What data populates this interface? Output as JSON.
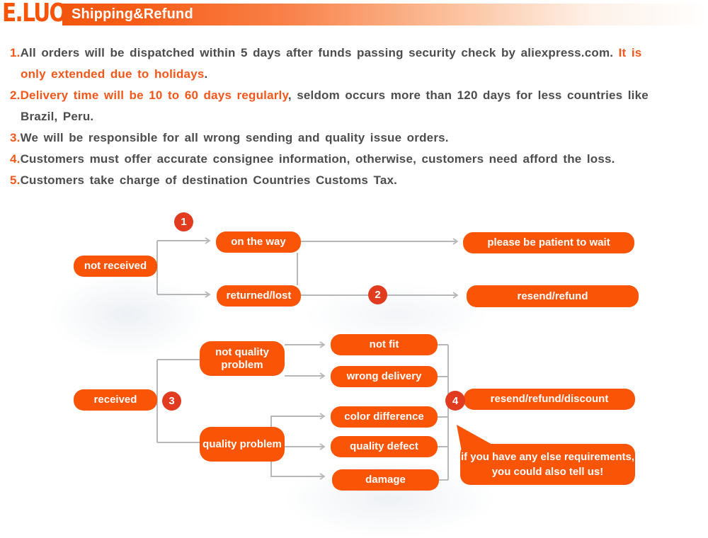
{
  "header": {
    "logo": "E.LUO",
    "banner_title": "Shipping&Refund"
  },
  "colors": {
    "accent_orange": "#fa5407",
    "badge_red": "#e13b20",
    "wire_gray": "#b8b8b8",
    "text_dark": "#4d4d4d",
    "text_orange": "#f4571a",
    "banner_gradient_start": "#f2560e",
    "banner_gradient_end": "#ffffff"
  },
  "policies": [
    {
      "num": "1.",
      "r0": [
        {
          "t": "All orders will be dispatched within 5 days after funds passing security check by aliexpress.com. "
        },
        {
          "t": "It is"
        }
      ],
      "r1": [
        {
          "t": "only extended due to holidays"
        },
        {
          "t": "."
        }
      ]
    },
    {
      "num": "2.",
      "r0": [
        {
          "t": "Delivery time will be 10 to 60 days regularly"
        },
        {
          "t": ", seldom occurs more than 120 days for less countries like"
        }
      ],
      "r1": [
        {
          "t": "Brazil, Peru."
        }
      ]
    },
    {
      "num": "3.",
      "r0": [
        {
          "t": "We will be responsible for all wrong sending and quality issue orders."
        }
      ]
    },
    {
      "num": "4.",
      "r0": [
        {
          "t": "Customers must offer accurate consignee information, otherwise, customers need afford the loss."
        }
      ]
    },
    {
      "num": "5.",
      "r0": [
        {
          "t": "Customers take charge of destination Countries Customs Tax."
        }
      ]
    }
  ],
  "flowchart": {
    "badges": {
      "b1": "1",
      "b2": "2",
      "b3": "3",
      "b4": "4"
    },
    "nodes": {
      "not_received": "not received",
      "on_the_way": "on the way",
      "please_wait": "please be patient to wait",
      "returned_lost": "returned/lost",
      "resend_refund": "resend/refund",
      "received": "received",
      "not_quality_problem": "not quality problem",
      "quality_problem": "quality problem",
      "not_fit": "not fit",
      "wrong_delivery": "wrong delivery",
      "color_difference": "color difference",
      "quality_defect": "quality defect",
      "damage": "damage",
      "resend_refund_discount": "resend/refund/discount"
    },
    "bubble": {
      "line1": "if you have any else requirements,",
      "line2": "you could also tell us!"
    }
  }
}
